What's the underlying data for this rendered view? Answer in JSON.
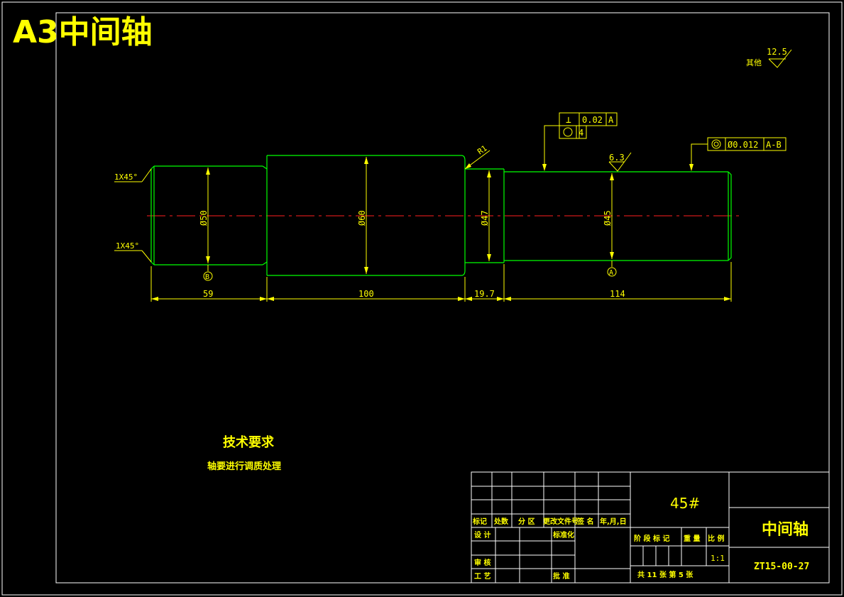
{
  "drawing": {
    "sheet_title": "A3中间轴",
    "roughness_other_label": "其他",
    "roughness_other_value": "12.5",
    "roughness_local_value": "6.3",
    "fillet_label": "R1",
    "chamfer_left_top": "1X45°",
    "chamfer_left_bottom": "1X45°",
    "diameters": [
      "Ø50",
      "Ø60",
      "Ø47",
      "Ø45"
    ],
    "lengths": [
      "59",
      "100",
      "19.7",
      "114"
    ],
    "datum_b": "B",
    "datum_a": "A",
    "tolerance_1": {
      "symbol": "⊥",
      "value": "0.02",
      "datum": "A"
    },
    "tolerance_2": {
      "symbol": "○",
      "value": "4"
    },
    "tolerance_3": {
      "symbol": "◎",
      "value": "Ø0.012",
      "datum": "A-B"
    }
  },
  "notes": {
    "heading": "技术要求",
    "text": "轴要进行调质处理"
  },
  "title_block": {
    "material": "45#",
    "part_name": "中间轴",
    "drawing_no": "ZT15-00-27",
    "scale": "1:1",
    "headers": [
      "标记",
      "处数",
      "分 区",
      "更改文件号",
      "签 名",
      "年,月,日"
    ],
    "design_label": "设 计",
    "standard_label": "标准化",
    "stage_label": "阶 段 标 记",
    "weight_label": "重 量",
    "ratio_label": "比 例",
    "review_label": "审 核",
    "process_label": "工 艺",
    "approve_label": "批 准",
    "sheets_label": "共 11 张  第 5 张"
  }
}
